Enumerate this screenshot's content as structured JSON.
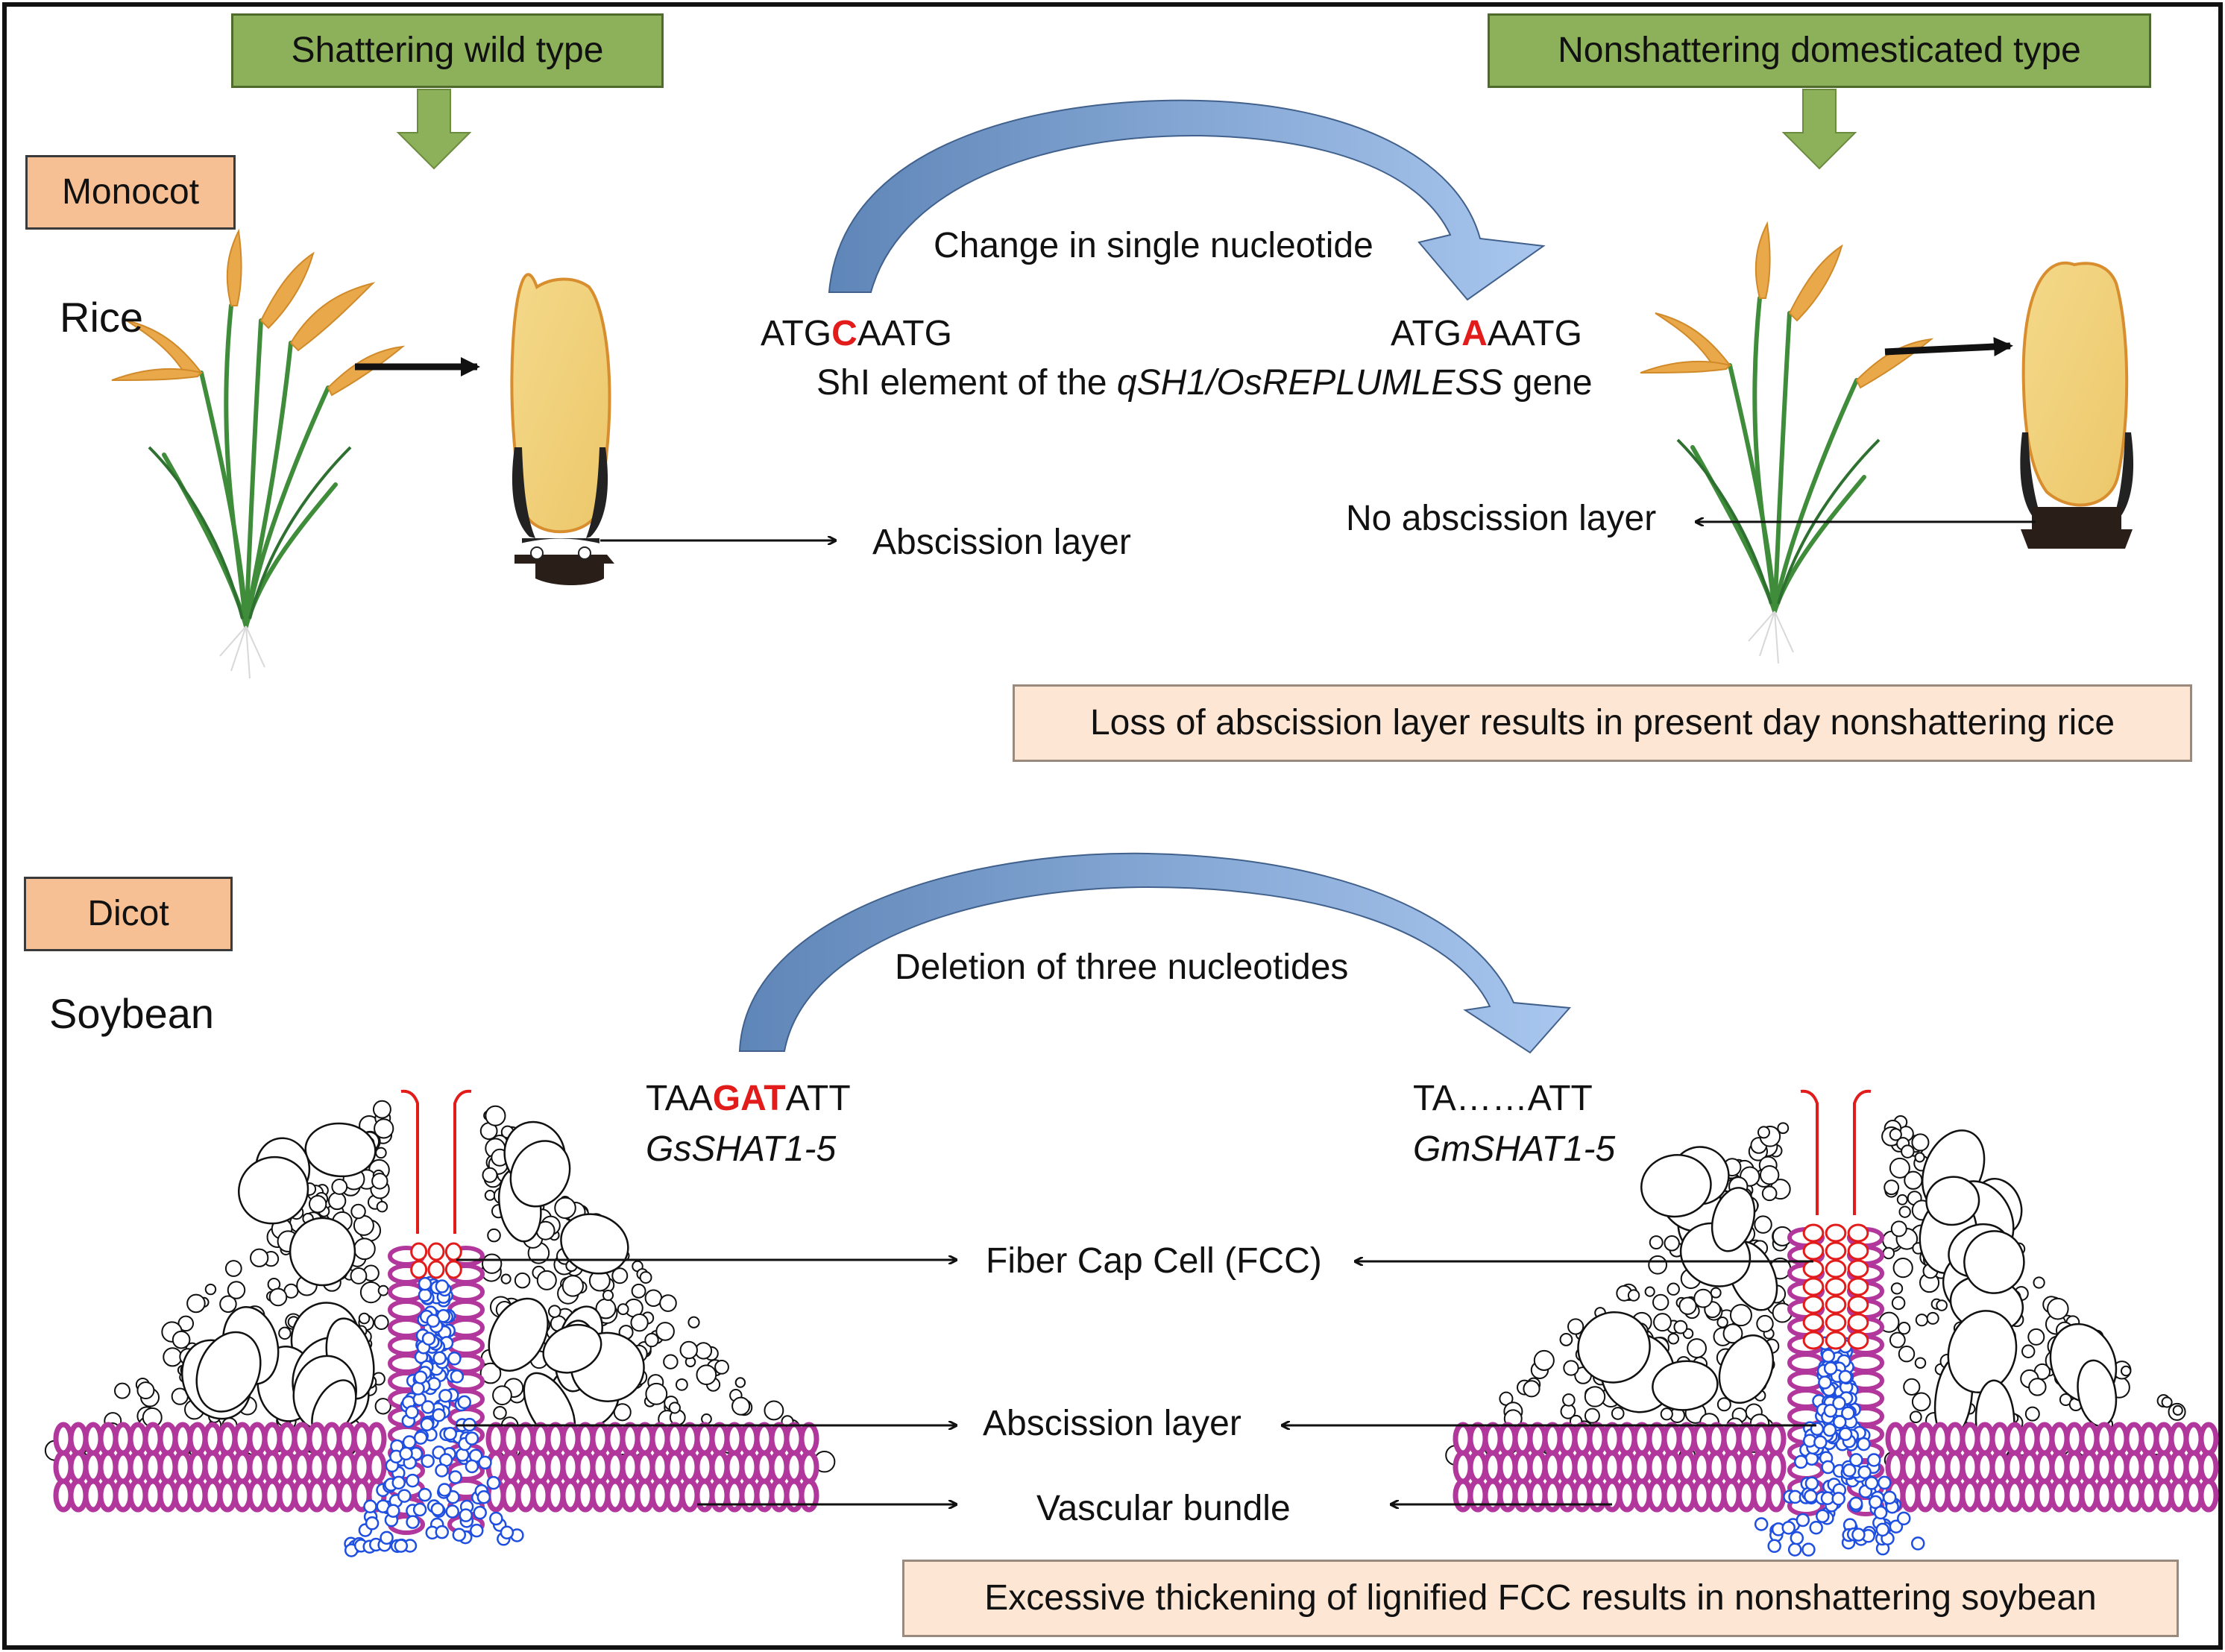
{
  "headers": {
    "wild": "Shattering wild type",
    "domesticated": "Nonshattering domesticated type"
  },
  "monocot": {
    "label": "Monocot",
    "species": "Rice",
    "mutation_caption": "Change in single nucleotide",
    "seq_wild": {
      "prefix": "ATG",
      "highlight": "C",
      "suffix": "AATG"
    },
    "seq_dom": {
      "prefix": "ATG",
      "highlight": "A",
      "suffix": "AATG"
    },
    "gene_line": {
      "prefix": "ShI element of the ",
      "gene": "qSH1/OsREPLUMLESS",
      "suffix": " gene"
    },
    "abscission_label": "Abscission layer",
    "no_abscission_label": "No abscission layer",
    "result": "Loss of abscission layer results in present day nonshattering rice"
  },
  "dicot": {
    "label": "Dicot",
    "species": "Soybean",
    "mutation_caption": "Deletion of three nucleotides",
    "seq_wild": {
      "prefix": "TAA",
      "highlight": "GAT",
      "suffix": "ATT"
    },
    "seq_dom": "TA……ATT",
    "gene_wild": "GsSHAT1-5",
    "gene_dom": "GmSHAT1-5",
    "fcc_label": "Fiber Cap Cell (FCC)",
    "abscission_label": "Abscission layer",
    "vascular_label": "Vascular bundle",
    "result": "Excessive thickening of lignified FCC results in nonshattering soybean"
  },
  "colors": {
    "header_green": "#8db15a",
    "label_orange": "#f7c094",
    "result_cream": "#fde6d4",
    "arrow_blue": "#7d9fd0",
    "seed_fill": "#f1cd78",
    "fcc_red": "#e21b1b",
    "abscission_blue": "#1f4fe0",
    "lignified_magenta": "#b2379c"
  }
}
